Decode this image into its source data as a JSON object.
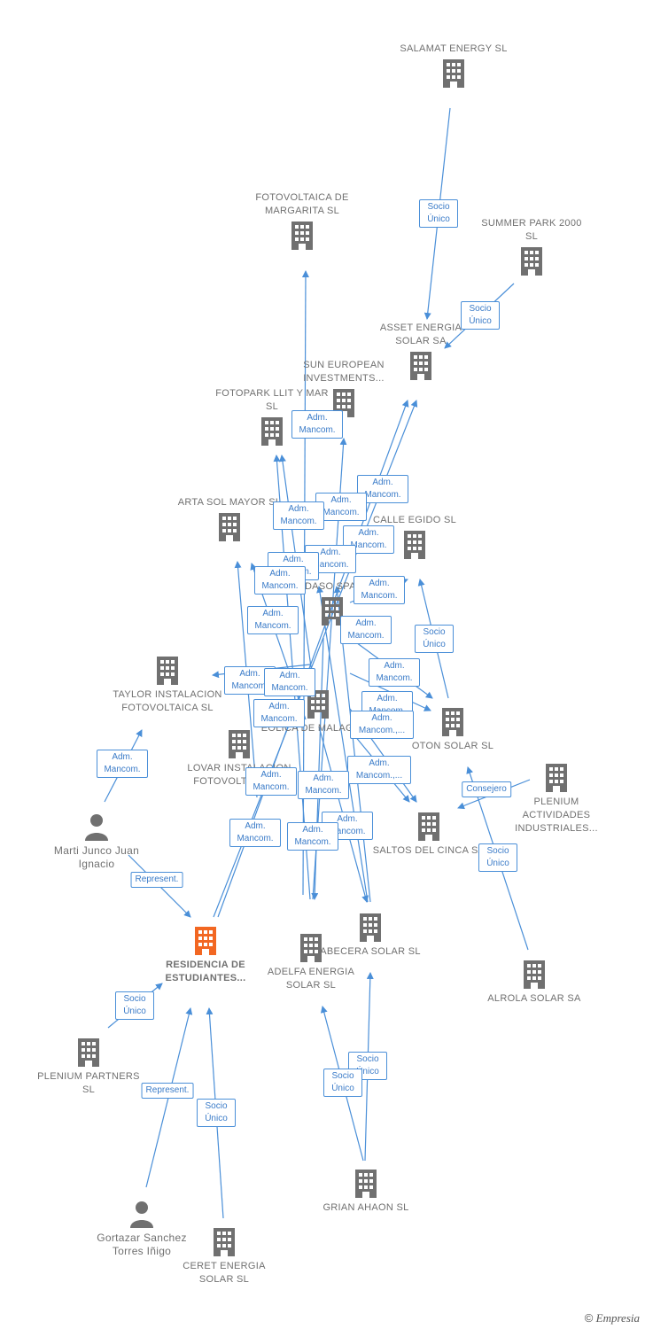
{
  "colors": {
    "edge": "#4a8fd8",
    "node": "#707070",
    "main": "#f26722",
    "label_text": "#3a7bc8"
  },
  "nodes": {
    "salamat": "SALAMAT ENERGY SL",
    "fotovoltaica_margarita": "FOTOVOLTAICA DE MARGARITA SL",
    "summer_park": "SUMMER PARK 2000 SL",
    "asset_energia": "ASSET ENERGIA SOLAR SA",
    "sun_european": "SUN EUROPEAN INVESTMENTS...",
    "fotopark": "FOTOPARK LLIT Y MAR SL",
    "arta_sol": "ARTA SOL MAYOR SL",
    "calle_egido": "CALLE EGIDO SL",
    "sondaso": "SONDASO SPAIN SL",
    "taylor": "TAYLOR INSTALACION FOTOVOLTAICA SL",
    "eolica_malaga": "EOLICA DE MALAGA SL",
    "oton": "OTON SOLAR SL",
    "lovar": "LOVAR INSTALACION FOTOVOLTAICA SL",
    "plenium_actividades": "PLENIUM ACTIVIDADES INDUSTRIALES...",
    "marti": "Marti Junco Juan Ignacio",
    "saltos": "SALTOS DEL CINCA SA",
    "residencia": "RESIDENCIA DE ESTUDIANTES...",
    "abecera": "ABECERA SOLAR SL",
    "adelfa": "ADELFA ENERGIA SOLAR SL",
    "alrola": "ALROLA SOLAR SA",
    "plenium_partners": "PLENIUM PARTNERS SL",
    "gortazar": "Gortazar Sanchez Torres Iñigo",
    "ceret": "CERET ENERGIA SOLAR SL",
    "grian": "GRIAN AHAON SL"
  },
  "edge_labels": {
    "socio_unico": "Socio Único",
    "adm_mancom": "Adm. Mancom.",
    "adm_mancom_trunc": "Adm. Mancom.,...",
    "represent": "Represent.",
    "consejero": "Consejero"
  },
  "brand": {
    "copyright": "©",
    "name": "Empresia",
    "initial": "E"
  }
}
